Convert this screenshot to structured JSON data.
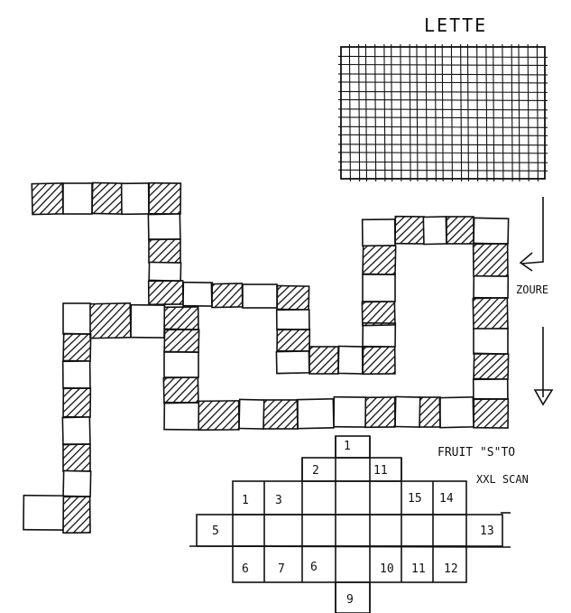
{
  "texts": {
    "grid_title": "LETTE",
    "arrow_label": "ZOURE",
    "note_line1": "FRUIT \"S\"TO",
    "note_line2": "XXL SCAN"
  },
  "cross_numbers": [
    "1",
    "2",
    "11",
    "1",
    "3",
    "15",
    "14",
    "5",
    "13",
    "6",
    "7",
    "6",
    "10",
    "11",
    "12",
    "9"
  ],
  "colors": {
    "ink": "#111111",
    "paper": "#ffffff"
  }
}
